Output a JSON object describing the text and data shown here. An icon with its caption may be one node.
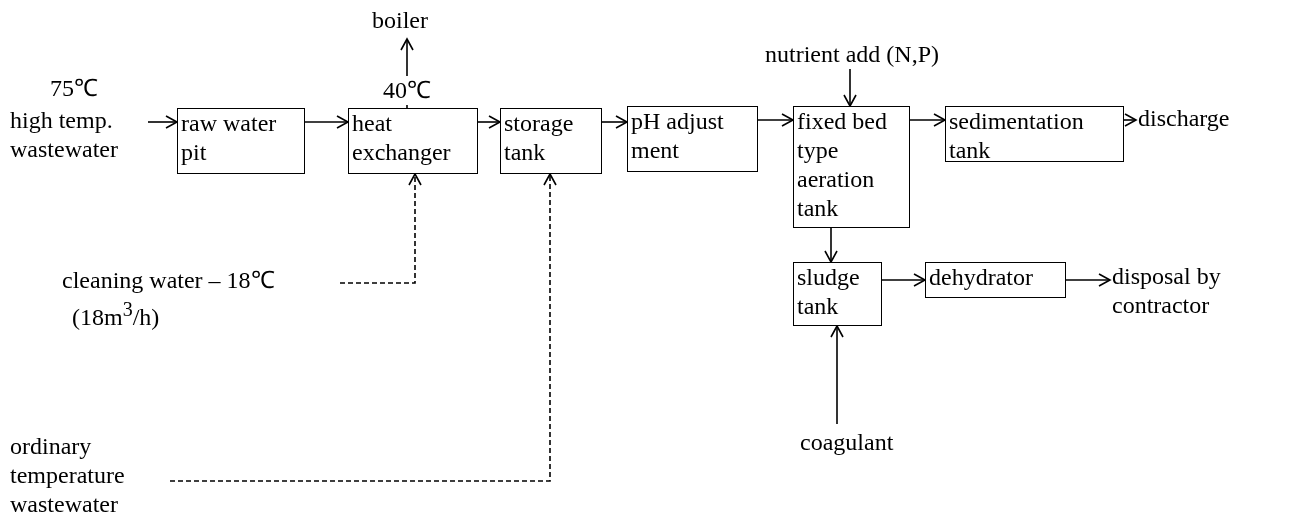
{
  "diagram": {
    "nodes": [
      {
        "text": [
          "high temp. wastewater"
        ],
        "beside": [
          "75℃"
        ]
      },
      {
        "text": [
          "raw water pit"
        ]
      },
      {
        "text": [
          "heat exchanger"
        ]
      },
      {
        "text": [
          "boiler"
        ]
      },
      {
        "text": [
          "storage tank"
        ]
      },
      {
        "text": [
          "pH adjust ment"
        ]
      },
      {
        "text": [
          "nutrient add (N,P)"
        ]
      },
      {
        "text": [
          "fixed bed type aeration tank"
        ]
      },
      {
        "text": [
          "sedimentation tank"
        ]
      },
      {
        "text": [
          "discharge"
        ]
      },
      {
        "text": [
          "sludge tank"
        ]
      },
      {
        "text": [
          "dehydrator"
        ]
      },
      {
        "text": [
          "disposal by contractor"
        ]
      },
      {
        "text": [
          "coagulant"
        ]
      },
      {
        "text": [
          "cleaning water – 18℃",
          "(18m$^{3}$/h)"
        ]
      },
      {
        "text": [
          "ordinary temperature wastewater"
        ]
      }
    ],
    "edges": [
      {
        "from": 0,
        "to": 1,
        "arrow": "to"
      },
      {
        "from": 1,
        "to": 2,
        "arrow": "to"
      },
      {
        "from": 2,
        "to": 3,
        "arrow": "to",
        "label": "40℃"
      },
      {
        "from": 2,
        "to": 4,
        "arrow": "to"
      },
      {
        "from": 4,
        "to": 5,
        "arrow": "to"
      },
      {
        "from": 5,
        "to": 7,
        "arrow": "to"
      },
      {
        "from": 6,
        "to": 7,
        "arrow": "to"
      },
      {
        "from": 7,
        "to": 8,
        "arrow": "to"
      },
      {
        "from": 8,
        "to": 9,
        "arrow": "to"
      },
      {
        "from": 7,
        "to": 10,
        "arrow": "to"
      },
      {
        "from": 10,
        "to": 11,
        "arrow": "to"
      },
      {
        "from": 11,
        "to": 12,
        "arrow": "to"
      },
      {
        "from": 13,
        "to": 10,
        "arrow": "to"
      },
      {
        "from": 14,
        "to": 2,
        "arrow": "to",
        "style": "dashed"
      },
      {
        "from": 15,
        "to": 4,
        "arrow": "to",
        "style": "dashed"
      }
    ]
  }
}
